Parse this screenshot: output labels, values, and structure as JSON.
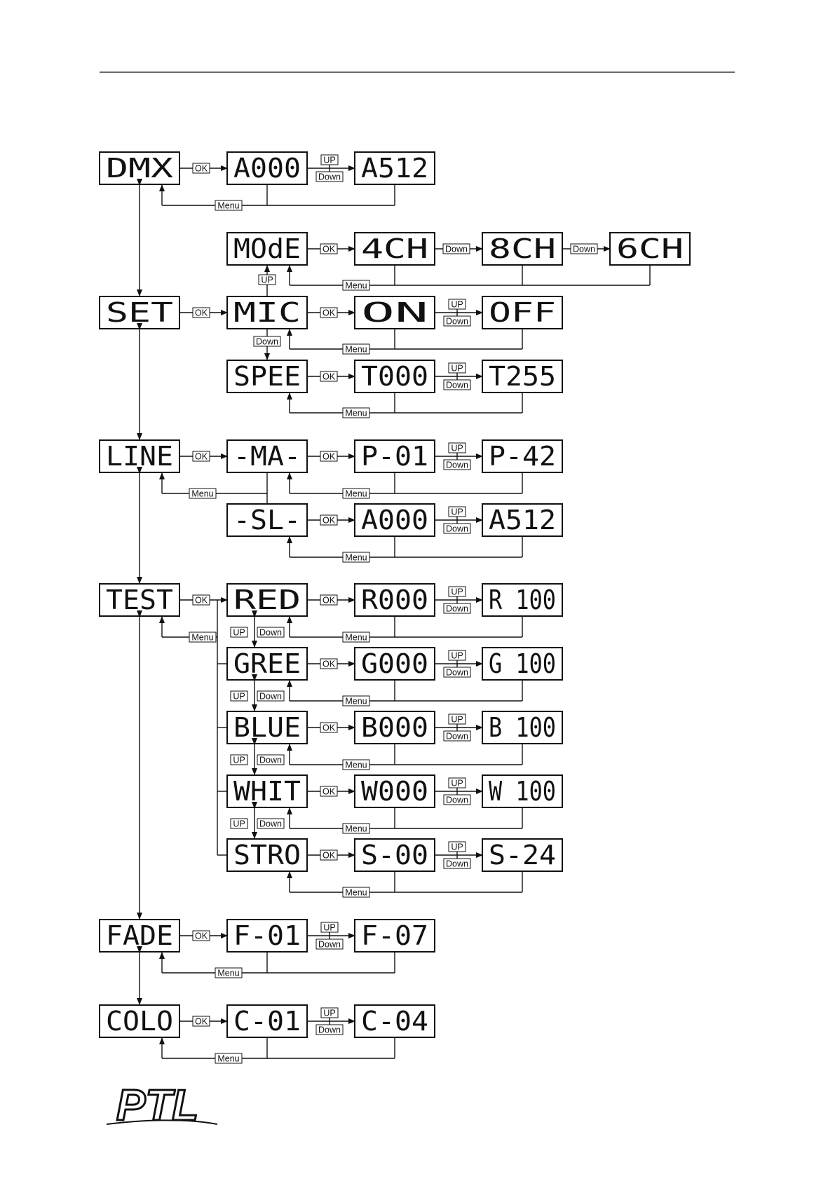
{
  "document": {
    "brand": "PTL"
  },
  "diagram": {
    "main_menu": [
      "DMX",
      "SET",
      "LINE",
      "TEST",
      "FADE",
      "COLO"
    ],
    "dmx": {
      "range": [
        "A000",
        "A512"
      ]
    },
    "set": {
      "submenu": [
        "MOdE",
        "MIC",
        "SPEE"
      ],
      "mode_options": [
        "4CH",
        "8CH",
        "6CH"
      ],
      "mic_options": [
        "ON",
        "OFF"
      ],
      "speed_range": [
        "T000",
        "T255"
      ]
    },
    "line": {
      "submenu": [
        "-MA-",
        "-SL-"
      ],
      "master_range": [
        "P-01",
        "P-42"
      ],
      "slave_range": [
        "A000",
        "A512"
      ]
    },
    "test": {
      "submenu": [
        "RED",
        "GREE",
        "BLUE",
        "WHIT",
        "STRO"
      ],
      "ranges": [
        [
          "R000",
          "R 100"
        ],
        [
          "G000",
          "G 100"
        ],
        [
          "B000",
          "B 100"
        ],
        [
          "W000",
          "W 100"
        ],
        [
          "S-00",
          "S-24"
        ]
      ]
    },
    "fade": {
      "range": [
        "F-01",
        "F-07"
      ]
    },
    "colo": {
      "range": [
        "C-01",
        "C-04"
      ]
    },
    "buttons": {
      "ok": "OK",
      "up": "UP",
      "down": "Down",
      "menu": "Menu"
    }
  }
}
